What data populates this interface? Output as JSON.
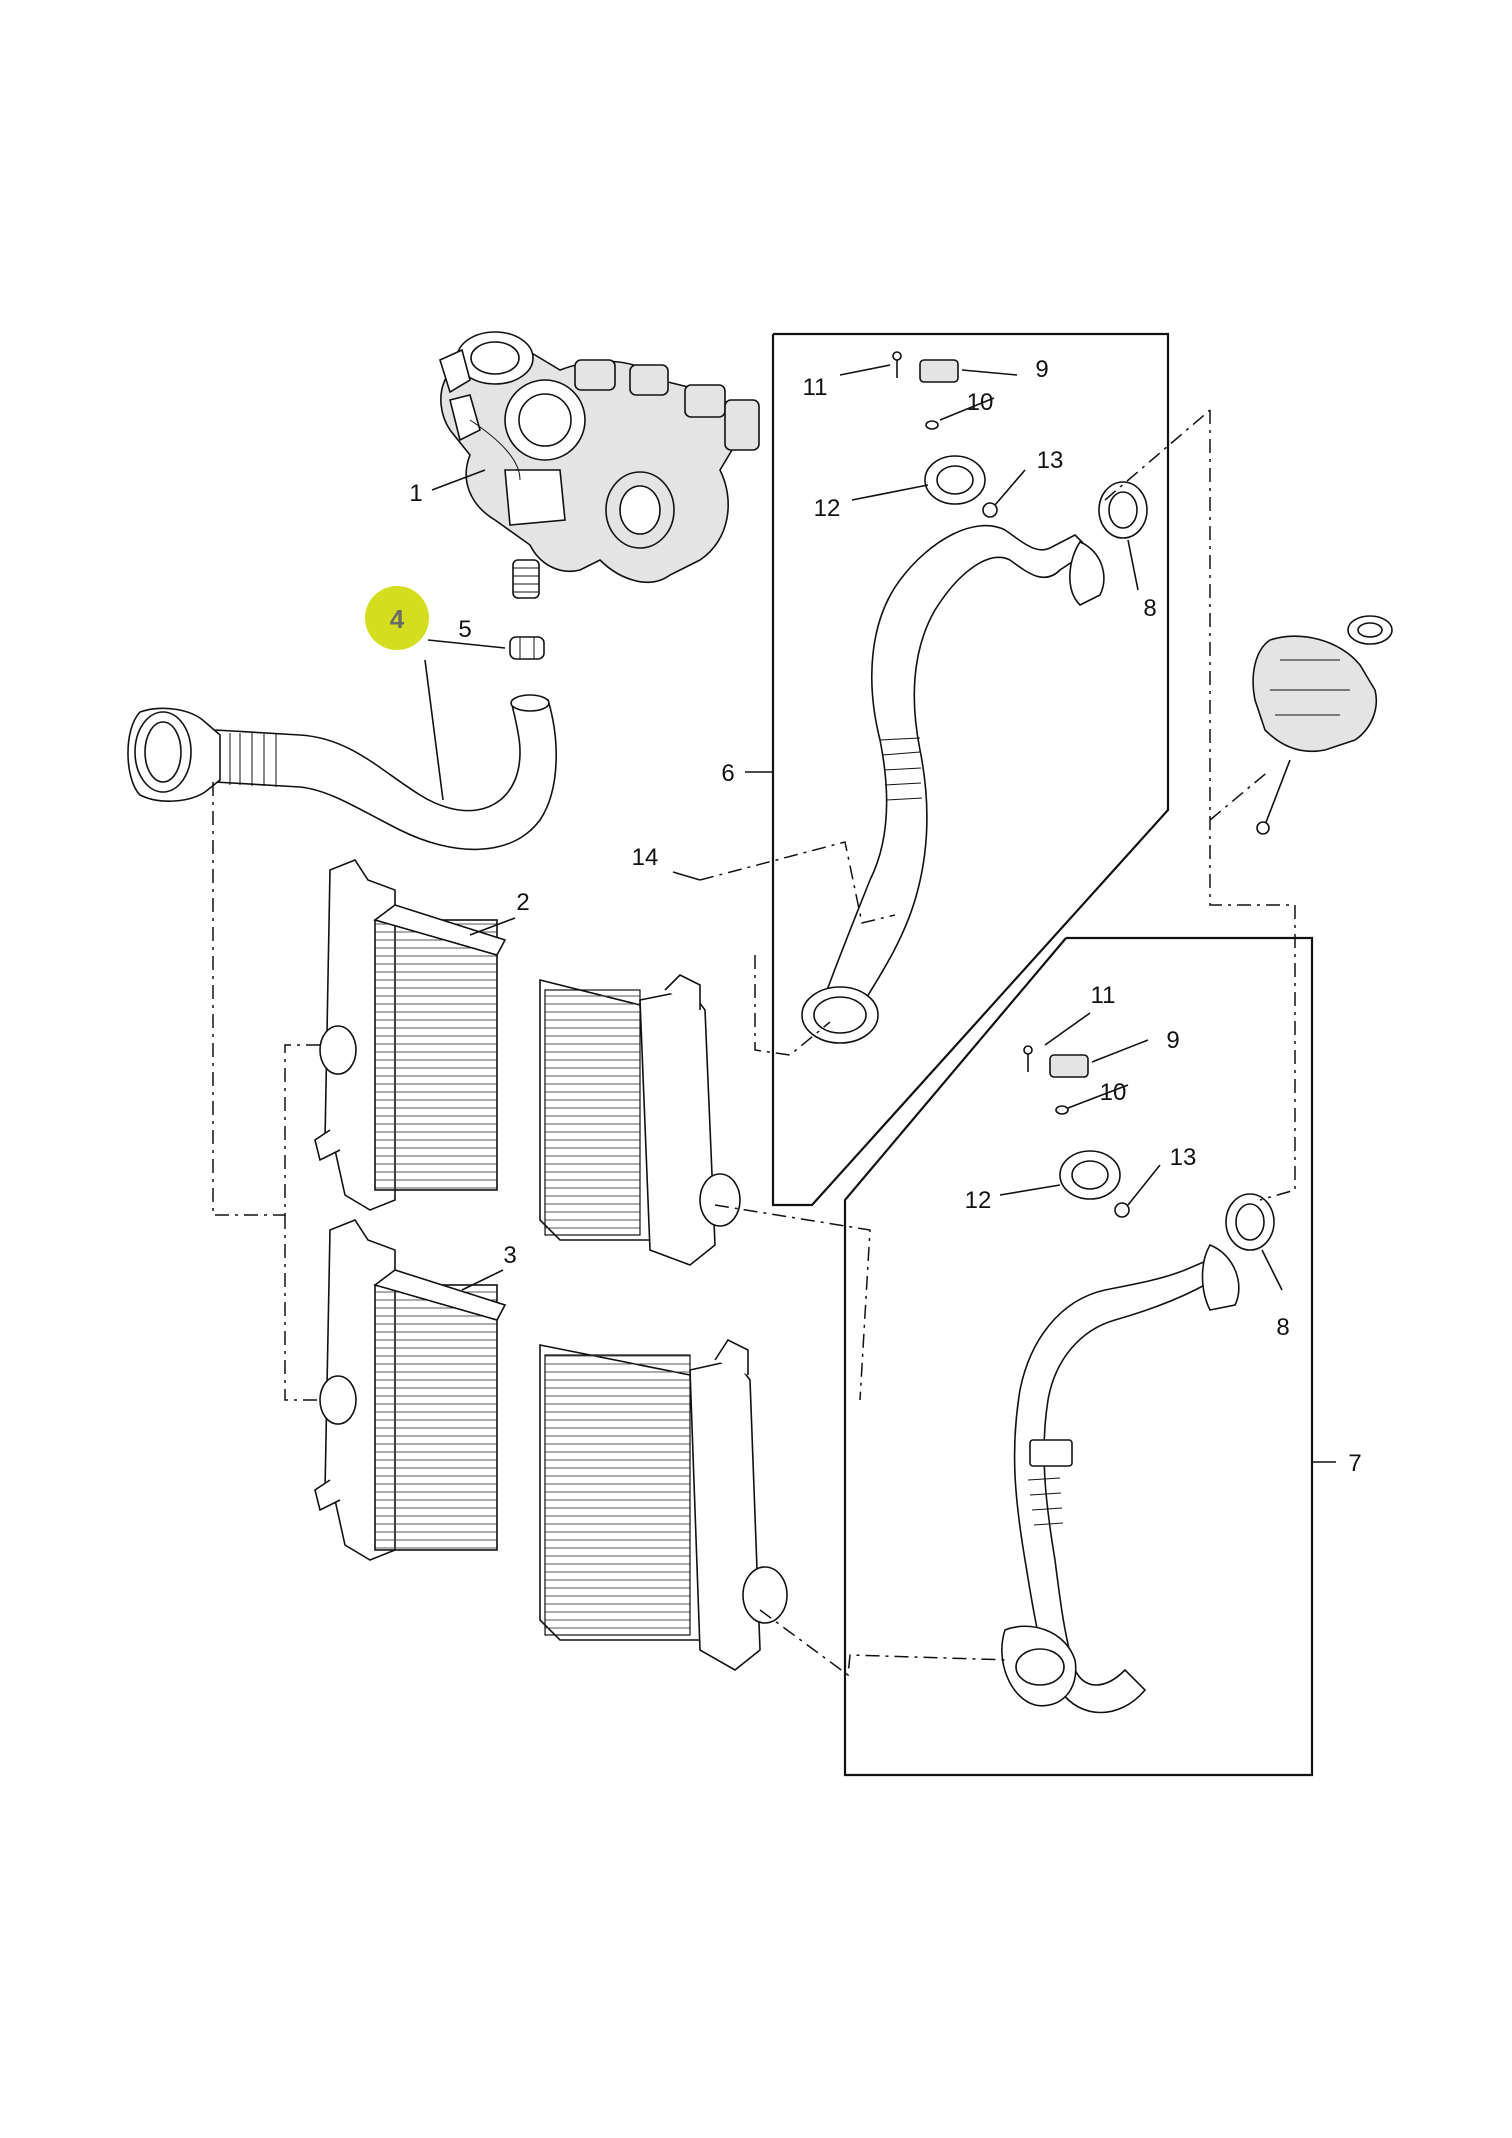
{
  "diagram": {
    "highlight": {
      "label": "4",
      "color": "#d4de1f",
      "text_color": "#6b6b6b"
    },
    "callouts": {
      "c1": "1",
      "c2": "2",
      "c3": "3",
      "c5": "5",
      "c6": "6",
      "c7": "7",
      "c9a": "9",
      "c10a": "10",
      "c11a": "11",
      "c12a": "12",
      "c13a": "13",
      "c8a": "8",
      "c14": "14",
      "c9b": "9",
      "c10b": "10",
      "c11b": "11",
      "c12b": "12",
      "c13b": "13",
      "c8b": "8"
    },
    "line_color": "#111111"
  }
}
